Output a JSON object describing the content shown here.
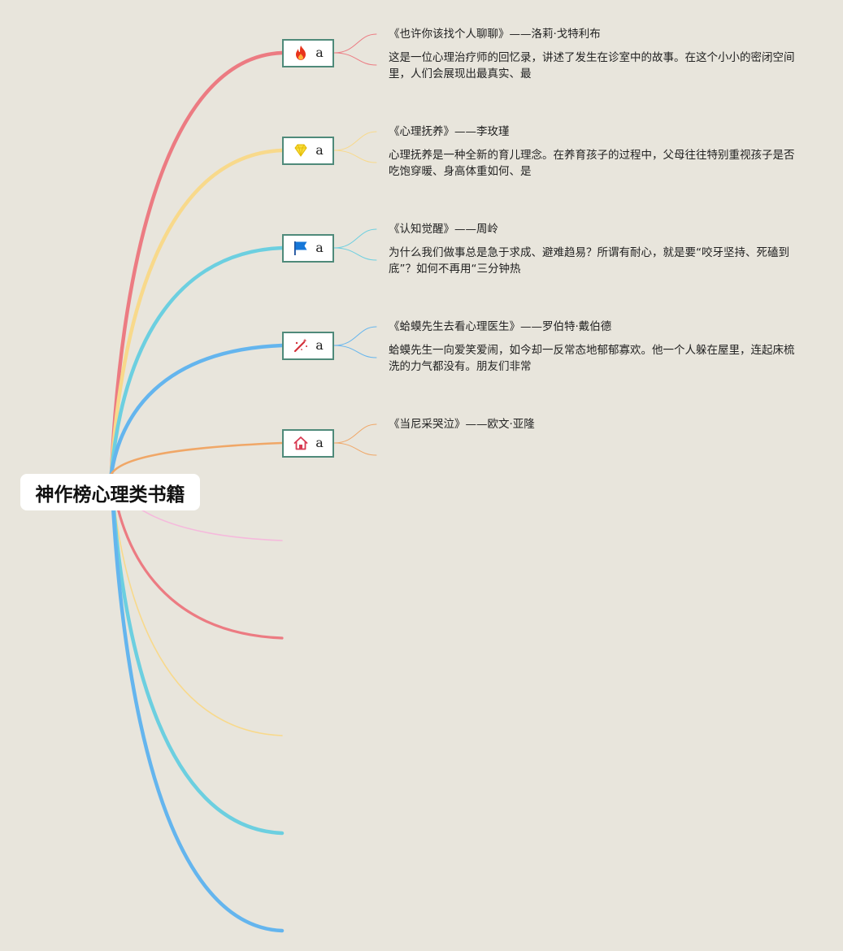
{
  "root": {
    "title": "神作榜心理类书籍"
  },
  "branches": [
    {
      "label": "a",
      "icon": "fire-icon",
      "color": "#ec7b82",
      "title": "《也许你该找个人聊聊》——洛莉·戈特利布",
      "desc": "这是一位心理治疗师的回忆录，讲述了发生在诊室中的故事。在这个小小的密闭空间里，人们会展现出最真实、最"
    },
    {
      "label": "a",
      "icon": "diamond-icon",
      "color": "#f8d98b",
      "title": "《心理抚养》——李玫瑾",
      "desc": "心理抚养是一种全新的育儿理念。在养育孩子的过程中，父母往往特别重视孩子是否吃饱穿暖、身高体重如何、是"
    },
    {
      "label": "a",
      "icon": "flag-icon",
      "color": "#6ccfe0",
      "title": "《认知觉醒》——周岭",
      "desc": "为什么我们做事总是急于求成、避难趋易？所谓有耐心，就是要“咬牙坚持、死磕到底”？如何不再用“三分钟热"
    },
    {
      "label": "a",
      "icon": "magic-wand-icon",
      "color": "#64b5ee",
      "title": "《蛤蟆先生去看心理医生》——罗伯特·戴伯德",
      "desc": "蛤蟆先生一向爱笑爱闹，如今却一反常态地郁郁寡欢。他一个人躲在屋里，连起床梳洗的力气都没有。朋友们非常"
    },
    {
      "label": "a",
      "icon": "home-icon",
      "color": "#f0a767",
      "title": "《当尼采哭泣》——欧文·亚隆",
      "desc": ""
    }
  ],
  "empty_branches": [
    {
      "color": "#f5b9dc"
    },
    {
      "color": "#ec7b82"
    },
    {
      "color": "#f8d98b"
    },
    {
      "color": "#6ccfe0"
    },
    {
      "color": "#64b5ee"
    }
  ]
}
